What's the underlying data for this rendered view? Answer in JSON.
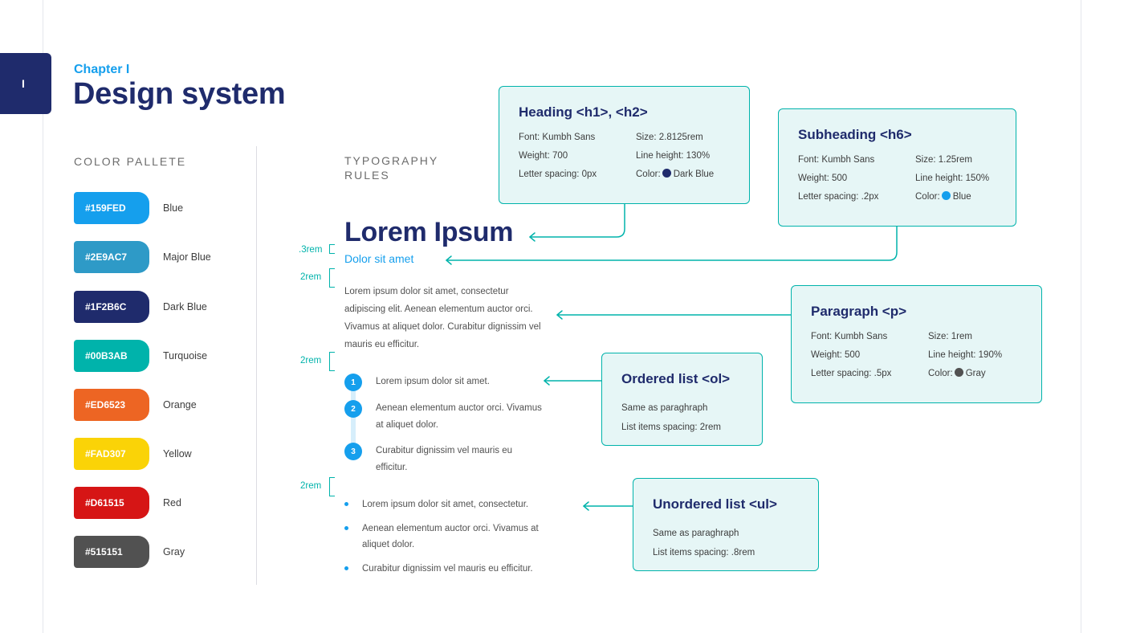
{
  "page": {
    "tab_marker": "I",
    "chapter": "Chapter I",
    "title": "Design system"
  },
  "color_palette": {
    "label": "COLOR PALLETE",
    "swatches": [
      {
        "hex": "#159FED",
        "name": "Blue",
        "color": "#159fed"
      },
      {
        "hex": "#2E9AC7",
        "name": "Major Blue",
        "color": "#2e9ac7"
      },
      {
        "hex": "#1F2B6C",
        "name": "Dark Blue",
        "color": "#1f2b6c"
      },
      {
        "hex": "#00B3AB",
        "name": "Turquoise",
        "color": "#00b3ab"
      },
      {
        "hex": "#ED6523",
        "name": "Orange",
        "color": "#ed6523"
      },
      {
        "hex": "#FAD307",
        "name": "Yellow",
        "color": "#fad307"
      },
      {
        "hex": "#D61515",
        "name": "Red",
        "color": "#d61515"
      },
      {
        "hex": "#515151",
        "name": "Gray",
        "color": "#515151"
      }
    ]
  },
  "typography": {
    "label": "TYPOGRAPHY RULES",
    "sample_heading": "Lorem Ipsum",
    "sample_subheading": "Dolor sit amet",
    "sample_paragraph": "Lorem ipsum dolor sit amet, consectetur adipiscing elit. Aenean elementum auctor orci. Vivamus at aliquet dolor. Curabitur dignissim vel mauris eu efficitur.",
    "ordered_items": [
      {
        "num": "1",
        "text": "Lorem ipsum dolor sit amet."
      },
      {
        "num": "2",
        "text": "Aenean elementum auctor orci. Vivamus at aliquet dolor."
      },
      {
        "num": "3",
        "text": "Curabitur dignissim vel mauris eu efficitur."
      }
    ],
    "unordered_items": [
      "Lorem ipsum dolor sit amet, consectetur.",
      "Aenean elementum auctor orci. Vivamus at aliquet dolor.",
      "Curabitur dignissim vel mauris eu efficitur."
    ],
    "spacing_marks": [
      ".3rem",
      "2rem",
      "2rem",
      "2rem"
    ]
  },
  "spec_cards": {
    "heading": {
      "title": "Heading <h1>, <h2>",
      "font": "Font: Kumbh Sans",
      "size": "Size: 2.8125rem",
      "weight": "Weight: 700",
      "line_height": "Line height: 130%",
      "letter_spacing": "Letter spacing: 0px",
      "color_label": "Color:",
      "color_name": "Dark Blue",
      "dot_color": "#1f2b6c"
    },
    "subheading": {
      "title": "Subheading <h6>",
      "font": "Font: Kumbh Sans",
      "size": "Size: 1.25rem",
      "weight": "Weight: 500",
      "line_height": "Line height: 150%",
      "letter_spacing": "Letter spacing: .2px",
      "color_label": "Color:",
      "color_name": "Blue",
      "dot_color": "#159fed"
    },
    "paragraph": {
      "title": "Paragraph <p>",
      "font": "Font: Kumbh Sans",
      "size": "Size: 1rem",
      "weight": "Weight: 500",
      "line_height": "Line height: 190%",
      "letter_spacing": "Letter spacing: .5px",
      "color_label": "Color:",
      "color_name": "Gray",
      "dot_color": "#515151"
    },
    "ordered_list": {
      "title": "Ordered list <ol>",
      "line1": "Same as paraghraph",
      "line2": "List items spacing: 2rem"
    },
    "unordered_list": {
      "title": "Unordered list <ul>",
      "line1": "Same as paraghraph",
      "line2": "List items spacing: .8rem"
    }
  }
}
